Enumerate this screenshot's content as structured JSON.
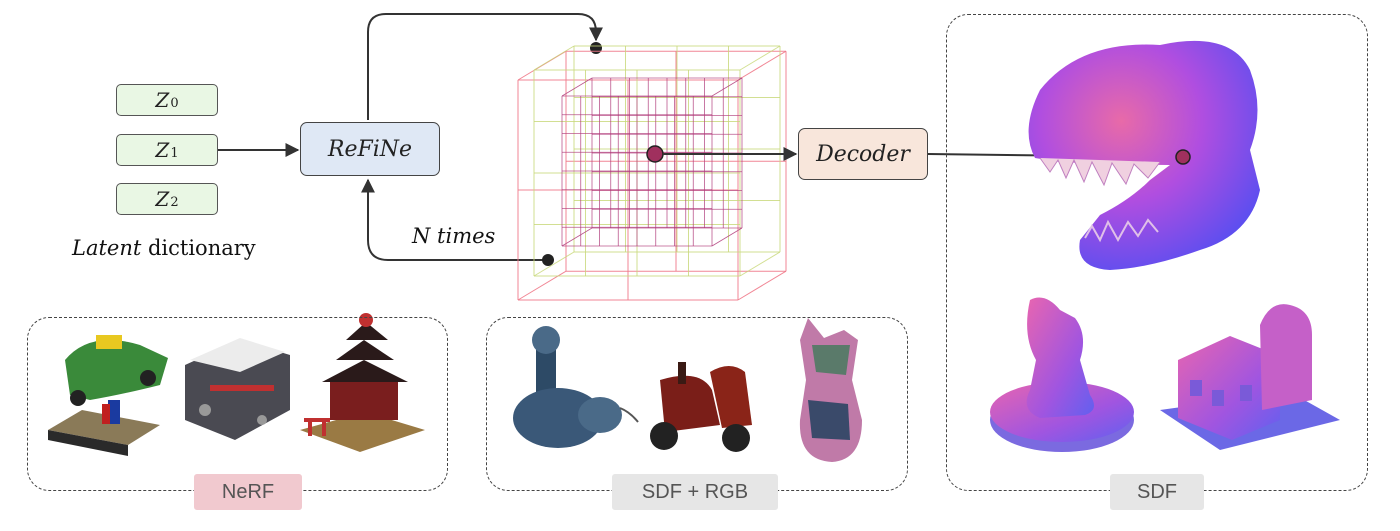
{
  "latents": [
    {
      "symbol": "Z",
      "sub": "0"
    },
    {
      "symbol": "Z",
      "sub": "1"
    },
    {
      "symbol": "Z",
      "sub": "2"
    }
  ],
  "latent_caption": {
    "italic": "Latent",
    "rest": " dictionary"
  },
  "refine_label": "ReFiNe",
  "decoder_label": "Decoder",
  "loop_label": "N times",
  "groups": [
    {
      "label": "NeRF",
      "color": "#f1c9cf"
    },
    {
      "label": "SDF + RGB",
      "color": "#e6e6e6"
    },
    {
      "label": "SDF",
      "color": "#e6e6e6"
    }
  ],
  "colors": {
    "latent_fill": "#e9f7e4",
    "refine_fill": "#dfe8f5",
    "decoder_fill": "#f8e6db",
    "grid_outer": "#f07a8a",
    "grid_mid": "#c8d878",
    "grid_inner": "#b03a7a",
    "point": "#a0305e",
    "arrow": "#333333"
  }
}
